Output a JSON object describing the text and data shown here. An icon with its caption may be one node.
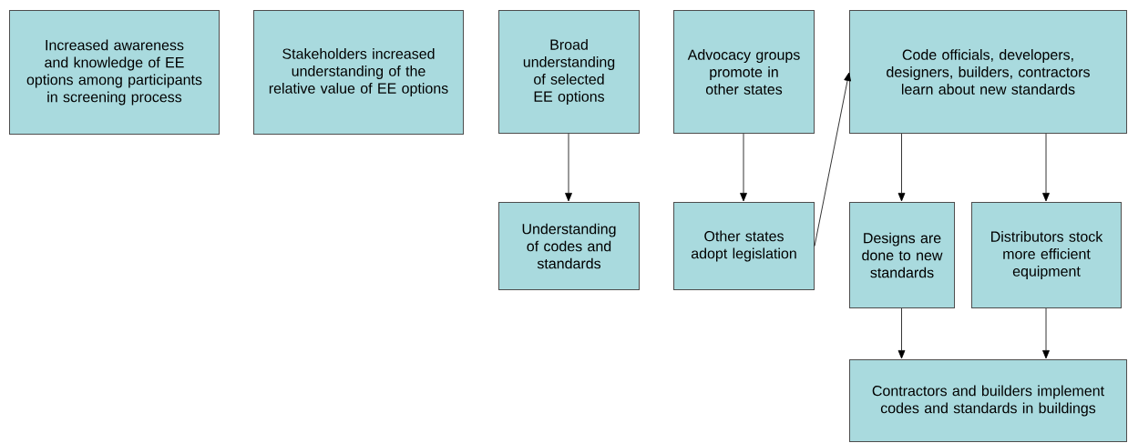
{
  "diagram": {
    "nodes": [
      {
        "text": [
          "Increased awareness and knowledge of EE options among participants in screening process"
        ]
      },
      {
        "text": [
          "Stakeholders increased understanding of the relative value of EE options"
        ]
      },
      {
        "text": [
          "Broad understanding of selected EE options"
        ]
      },
      {
        "text": [
          "Advocacy groups promote in other states"
        ]
      },
      {
        "text": [
          "Code officials, developers, designers, builders, contractors learn about new standards"
        ]
      },
      {
        "text": [
          "Understanding of codes and standards"
        ]
      },
      {
        "text": [
          "Other states adopt legislation"
        ]
      },
      {
        "text": [
          "Designs are done to new standards"
        ]
      },
      {
        "text": [
          "Distributors stock more efficient equipment"
        ]
      },
      {
        "text": [
          "Contractors and builders implement codes and standards in buildings"
        ]
      }
    ],
    "edges": [
      {
        "from": 2,
        "to": 5,
        "arrow": "to"
      },
      {
        "from": 3,
        "to": 6,
        "arrow": "to"
      },
      {
        "from": 6,
        "to": 4,
        "arrow": "to"
      },
      {
        "from": 4,
        "to": 7,
        "arrow": "to"
      },
      {
        "from": 4,
        "to": 8,
        "arrow": "to"
      },
      {
        "from": 7,
        "to": 9,
        "arrow": "to"
      },
      {
        "from": 8,
        "to": 9,
        "arrow": "to"
      }
    ]
  }
}
